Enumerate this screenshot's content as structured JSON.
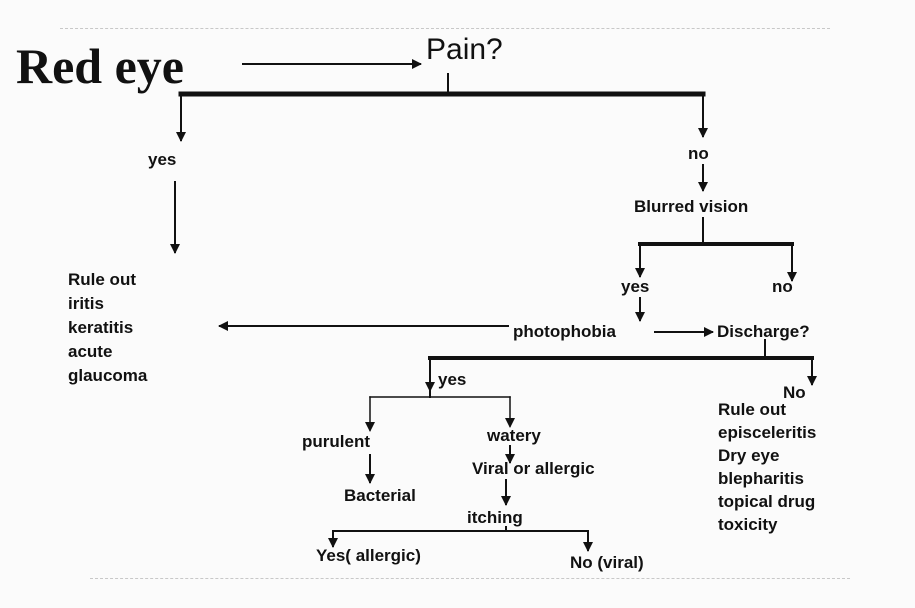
{
  "title": "Red eye",
  "question": "Pain?",
  "nodes": {
    "yes": "yes",
    "no": "no",
    "blurred_vision": "Blurred vision",
    "bv_yes": "yes",
    "bv_no": "no",
    "rule_out_lines": [
      "Rule out",
      "iritis",
      "keratitis",
      "acute",
      "glaucoma"
    ],
    "photophobia": "photophobia",
    "discharge": "Discharge?",
    "discharge_yes": "yes",
    "discharge_no": "No",
    "no_discharge_lines": [
      "Rule out",
      "episceleritis",
      "Dry eye",
      "blepharitis",
      "topical drug",
      "toxicity"
    ],
    "purulent": "purulent",
    "bacterial": "Bacterial",
    "watery": "watery",
    "viral_or_allergic": "Viral or allergic",
    "itching": "itching",
    "itch_yes": "Yes( allergic)",
    "itch_no": "No (viral)"
  }
}
